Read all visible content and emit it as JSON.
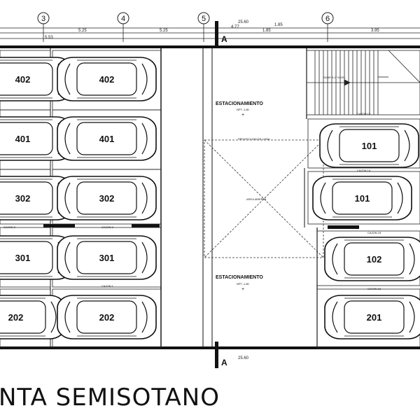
{
  "drawing": {
    "title": "NTA SEMISOTANO",
    "axis_markers": [
      "3",
      "4",
      "5",
      "6"
    ],
    "section_marks": {
      "top": "A",
      "bottom": "A"
    },
    "dimensions": [
      "5.53",
      "5.25",
      "5.25",
      "4.77",
      "1.85",
      "25.60",
      "3.95",
      "1.85",
      "25.60"
    ],
    "zones": [
      {
        "label": "ESTACIONAMIENTO",
        "sublabel": "NPT.-1.80",
        "mark": "+"
      },
      {
        "label": "ESTACIONAMIENTO",
        "sublabel": "NPT.-1.80",
        "mark": "+"
      }
    ],
    "void_label": "AREA ABIERTA",
    "top_void_label": "PROYECCION DE LOSA",
    "stair_label": "SUBE A 1° NIVEL",
    "stall_labels": [
      "CAJON 1",
      "CAJON 2",
      "CAJON 13",
      "CAJON 14",
      "CAJON 15",
      "CAJON 16",
      "CAJON 3"
    ],
    "cars": [
      {
        "label": "402",
        "col": "left-a"
      },
      {
        "label": "401",
        "col": "left-a"
      },
      {
        "label": "302",
        "col": "left-a"
      },
      {
        "label": "301",
        "col": "left-a"
      },
      {
        "label": "202",
        "col": "left-a"
      },
      {
        "label": "402",
        "col": "left-b"
      },
      {
        "label": "401",
        "col": "left-b"
      },
      {
        "label": "302",
        "col": "left-b"
      },
      {
        "label": "301",
        "col": "left-b"
      },
      {
        "label": "202",
        "col": "left-b"
      },
      {
        "label": "101",
        "col": "right"
      },
      {
        "label": "101",
        "col": "right"
      },
      {
        "label": "102",
        "col": "right"
      },
      {
        "label": "201",
        "col": "right"
      }
    ]
  }
}
